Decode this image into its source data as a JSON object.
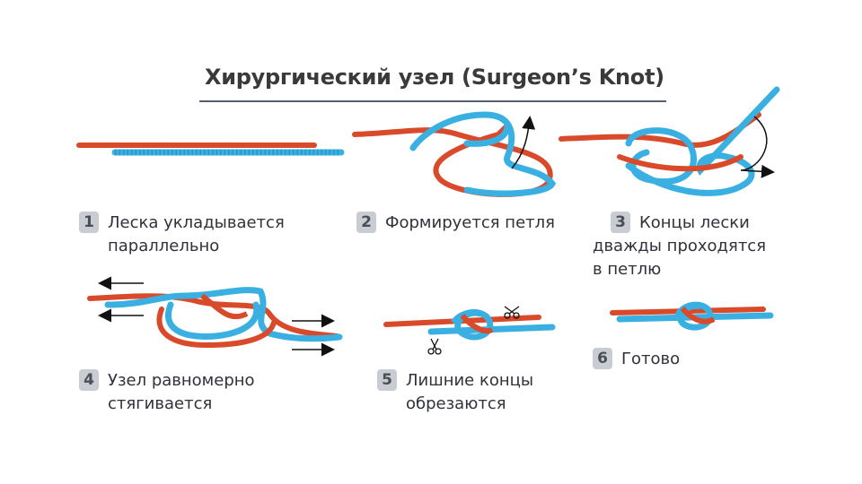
{
  "title": "Хирургический узел (Surgeon’s Knot)",
  "colors": {
    "red": "#d94a2a",
    "blue": "#3ab0e2",
    "badge": "#c9ccd2",
    "text": "#2f3238",
    "arrow": "#111111"
  },
  "steps": [
    {
      "num": "1",
      "lines": [
        "Леска укладывается",
        "параллельно"
      ]
    },
    {
      "num": "2",
      "lines": [
        "Формируется петля"
      ]
    },
    {
      "num": "3",
      "lines": [
        "Концы лески",
        "дважды проходятся",
        "в петлю"
      ]
    },
    {
      "num": "4",
      "lines": [
        "Узел равномерно",
        "стягивается"
      ]
    },
    {
      "num": "5",
      "lines": [
        "Лишние концы",
        "обрезаются"
      ]
    },
    {
      "num": "6",
      "lines": [
        "Готово"
      ]
    }
  ],
  "icons": [
    "arrow-icon",
    "scissors-icon"
  ]
}
